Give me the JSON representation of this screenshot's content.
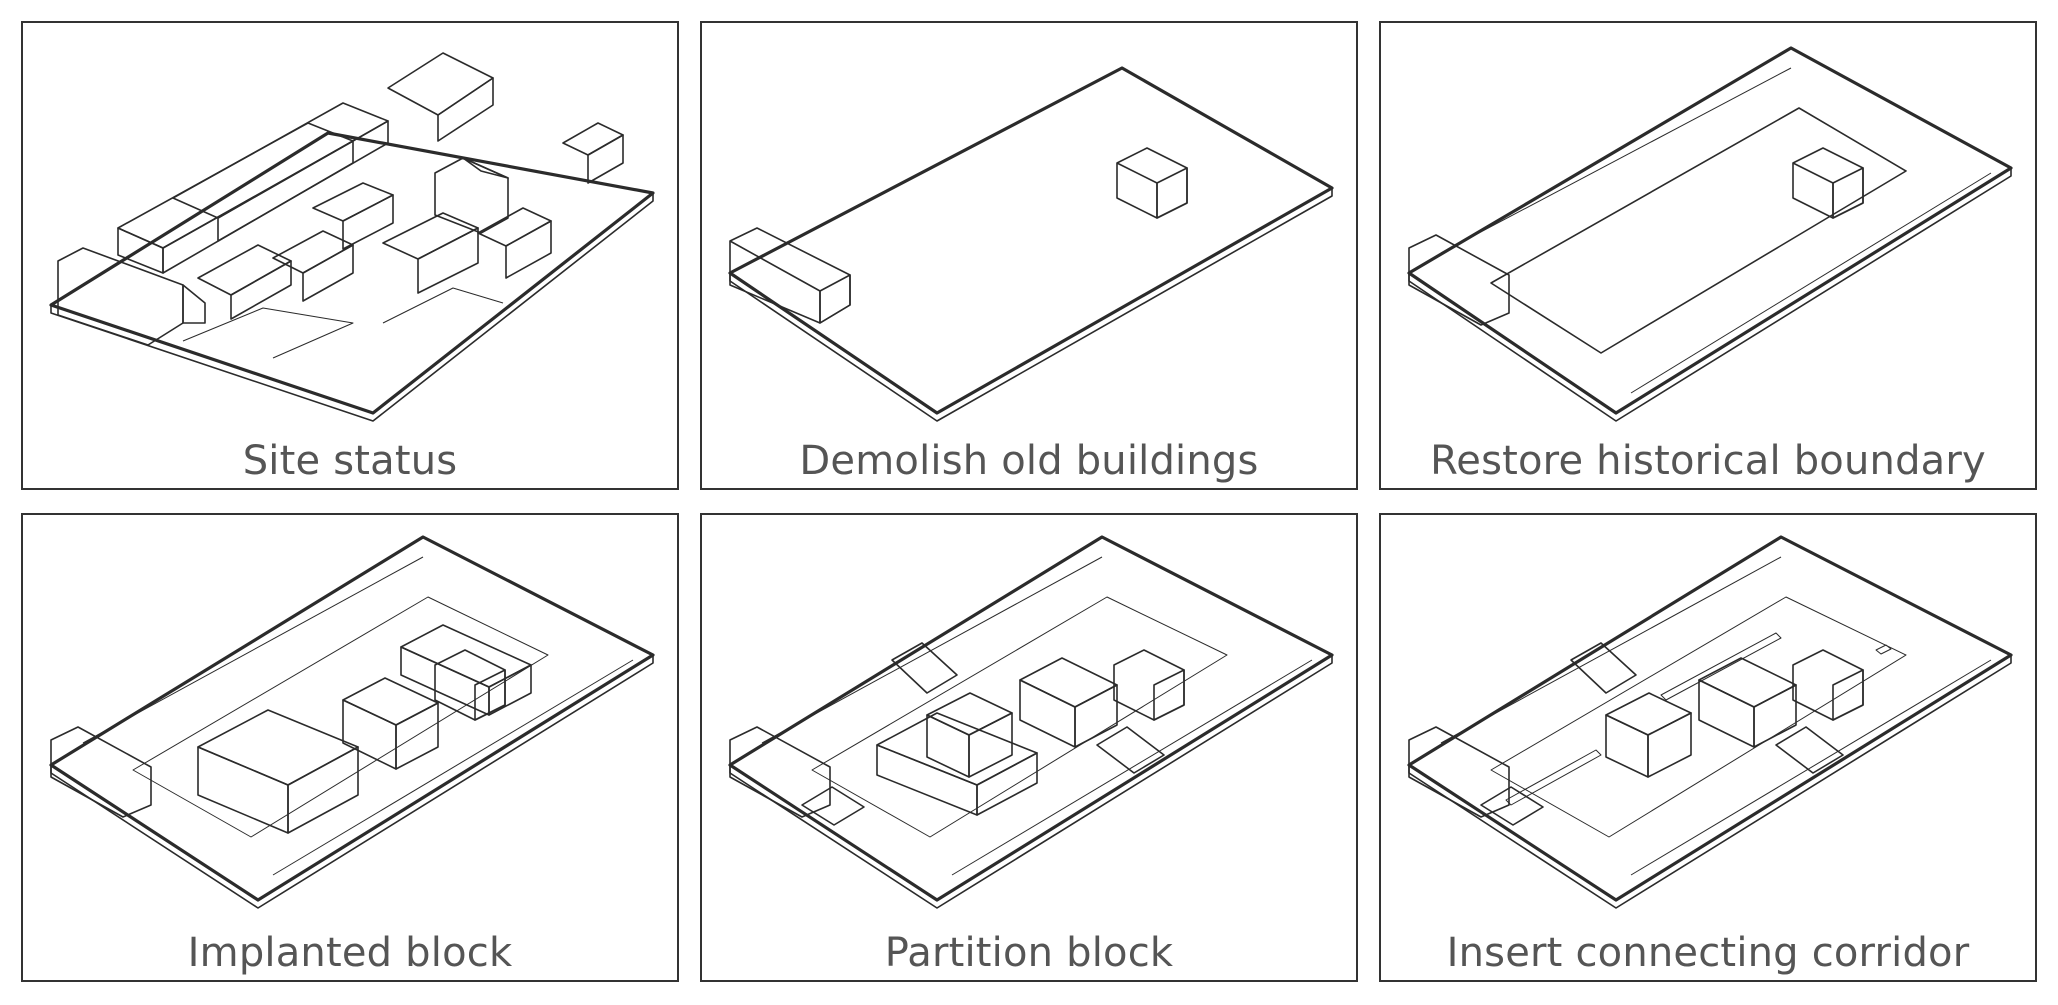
{
  "colors": {
    "outline": "#2b2b2b",
    "historic_green": "#d3dcc7",
    "historic_green_dark": "#b9c6ab",
    "new_yellow": "#f3ebcb",
    "new_yellow_dark": "#e6d9a8",
    "corridor_gray": "#e6e6e6",
    "caption": "#555555",
    "background": "#ffffff"
  },
  "panels": [
    {
      "caption": "Site status"
    },
    {
      "caption": "Demolish old buildings"
    },
    {
      "caption": "Restore historical boundary"
    },
    {
      "caption": "Implanted block"
    },
    {
      "caption": "Partition block"
    },
    {
      "caption": "Insert connecting corridor"
    }
  ]
}
